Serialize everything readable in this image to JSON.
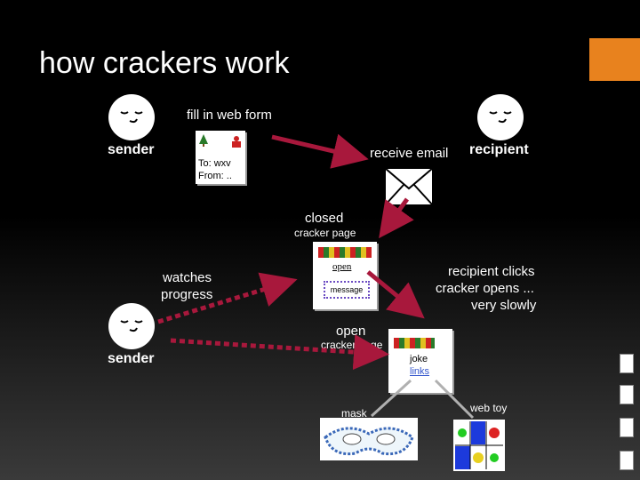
{
  "title": "how crackers work",
  "labels": {
    "sender_top": "sender",
    "sender_bottom": "sender",
    "recipient": "recipient",
    "fill_form": "fill in web form",
    "receive_email": "receive email",
    "closed": "closed",
    "closed_page": "cracker page",
    "watches_1": "watches",
    "watches_2": "progress",
    "clicks_1": "recipient clicks",
    "clicks_2": "cracker opens ...",
    "clicks_3": "very slowly",
    "open": "open",
    "open_page": "cracker page",
    "mask": "mask",
    "web_toy": "web toy"
  },
  "form_card": {
    "line1": "To: wxv",
    "line2": "From: .."
  },
  "closed_card": {
    "open_link": "open",
    "message": "message"
  },
  "open_card": {
    "joke": "joke",
    "links": "links"
  },
  "colors": {
    "arrow": "#a8183c",
    "accent": "#e8821e",
    "connector": "#b0b0b0"
  }
}
